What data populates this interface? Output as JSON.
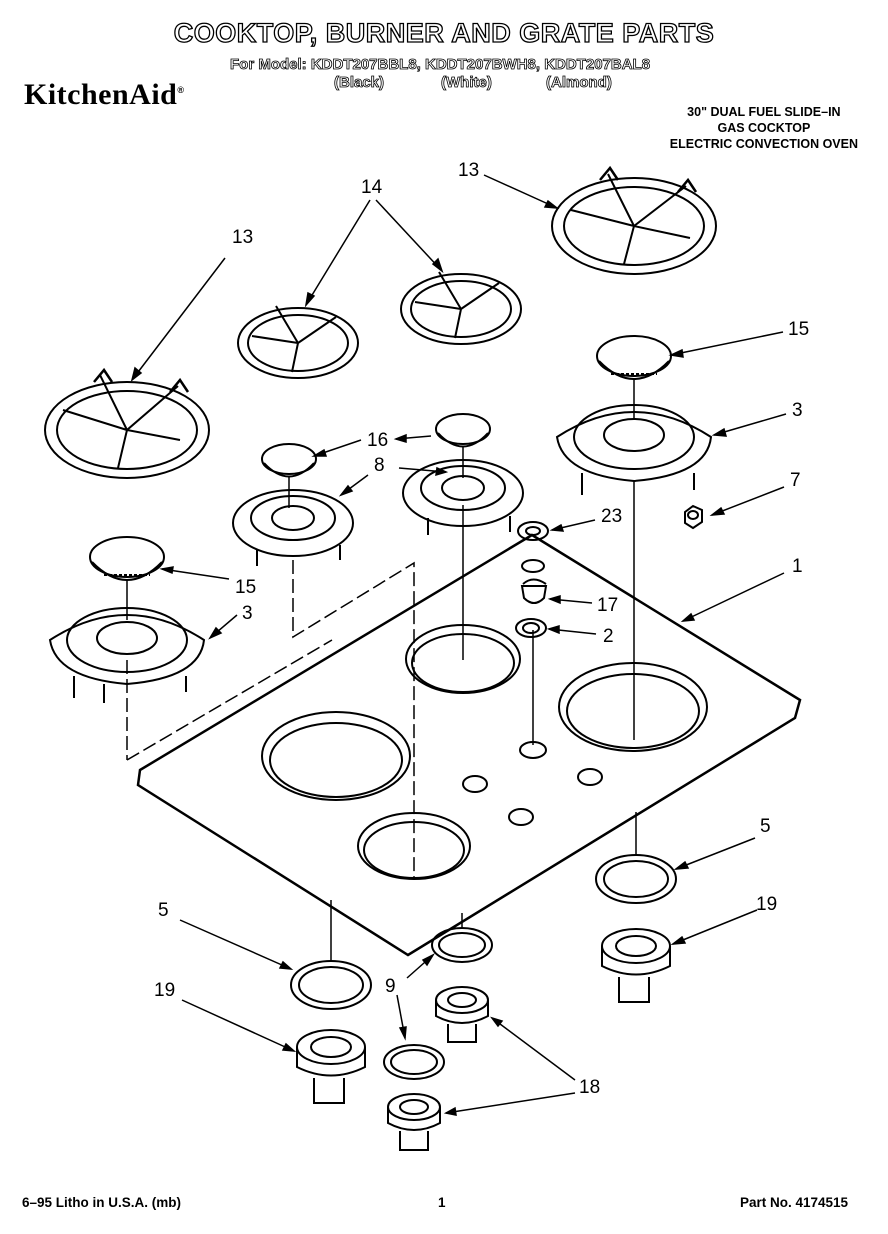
{
  "header": {
    "title": "COOKTOP, BURNER AND GRATE PARTS",
    "models": "For Model: KDDT207BBL8, KDDT207BWH8, KDDT207BAL8",
    "colors": [
      "(Black)",
      "(White)",
      "(Almond)"
    ],
    "brand": "KitchenAid",
    "brand_mark": "®",
    "description": [
      "30\" DUAL FUEL SLIDE–IN",
      "GAS COCKTOP",
      "ELECTRIC CONVECTION OVEN"
    ]
  },
  "callouts": {
    "c13a": "13",
    "c13b": "13",
    "c14": "14",
    "c15a": "15",
    "c15b": "15",
    "c3a": "3",
    "c3b": "3",
    "c16": "16",
    "c8": "8",
    "c7": "7",
    "c23": "23",
    "c1": "1",
    "c17": "17",
    "c2": "2",
    "c5a": "5",
    "c5b": "5",
    "c19a": "19",
    "c19b": "19",
    "c9": "9",
    "c18": "18"
  },
  "footer": {
    "litho": "6–95 Litho in U.S.A. (mb)",
    "page": "1",
    "part_no": "Part No. 4174515"
  }
}
